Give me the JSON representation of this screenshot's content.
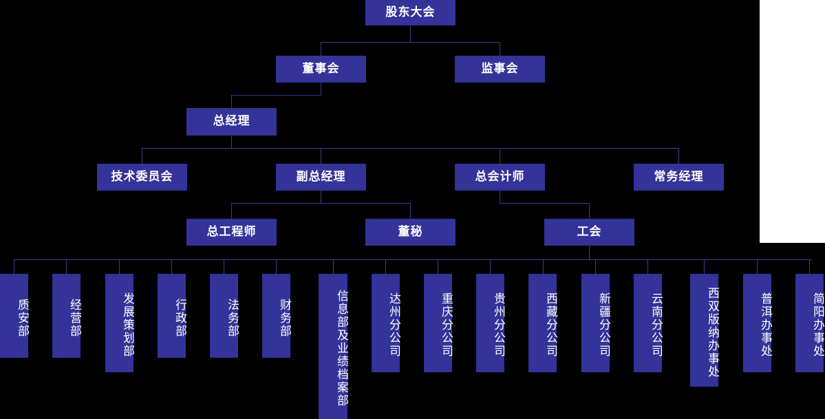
{
  "chart": {
    "title_node": "股东大会",
    "palette": {
      "node_fill": "#333399",
      "node_text": "#ffffff",
      "connector": "#3b3b99",
      "background": "#000000",
      "panel": "#ffffff"
    },
    "levels": [
      {
        "level": 1,
        "nodes": [
          {
            "id": "shareholders",
            "label": "股东大会"
          }
        ]
      },
      {
        "level": 2,
        "nodes": [
          {
            "id": "board",
            "label": "董事会"
          },
          {
            "id": "supervisors",
            "label": "监事会"
          }
        ]
      },
      {
        "level": 3,
        "nodes": [
          {
            "id": "general-manager",
            "label": "总经理"
          }
        ]
      },
      {
        "level": 4,
        "nodes": [
          {
            "id": "tech-committee",
            "label": "技术委员会"
          },
          {
            "id": "deputy-gm",
            "label": "副总经理"
          },
          {
            "id": "chief-accountant",
            "label": "总会计师"
          },
          {
            "id": "executive-manager",
            "label": "常务经理"
          }
        ]
      },
      {
        "level": 5,
        "nodes": [
          {
            "id": "chief-engineer",
            "label": "总工程师"
          },
          {
            "id": "board-secretary",
            "label": "董秘"
          },
          {
            "id": "labor-union",
            "label": "工会"
          }
        ]
      }
    ],
    "departments": [
      {
        "id": "quality-safety",
        "label": "质安部"
      },
      {
        "id": "operations",
        "label": "经营部"
      },
      {
        "id": "development-planning",
        "label": "发展策划部"
      },
      {
        "id": "administration",
        "label": "行政部"
      },
      {
        "id": "legal-affairs",
        "label": "法务部"
      },
      {
        "id": "finance",
        "label": "财务部"
      },
      {
        "id": "information-performance-archives",
        "label": "信息部及业绩档案部"
      },
      {
        "id": "dazhou-branch",
        "label": "达州分公司"
      },
      {
        "id": "chongqing-branch",
        "label": "重庆分公司"
      },
      {
        "id": "guizhou-branch",
        "label": "贵州分公司"
      },
      {
        "id": "tibet-branch",
        "label": "西藏分公司"
      },
      {
        "id": "xinjiang-branch",
        "label": "新疆分公司"
      },
      {
        "id": "yunnan-branch",
        "label": "云南分公司"
      },
      {
        "id": "xishuangbanna-office",
        "label": "西双版纳办事处"
      },
      {
        "id": "puer-office",
        "label": "普洱办事处"
      },
      {
        "id": "jianyang-office",
        "label": "简阳办事处"
      }
    ]
  }
}
